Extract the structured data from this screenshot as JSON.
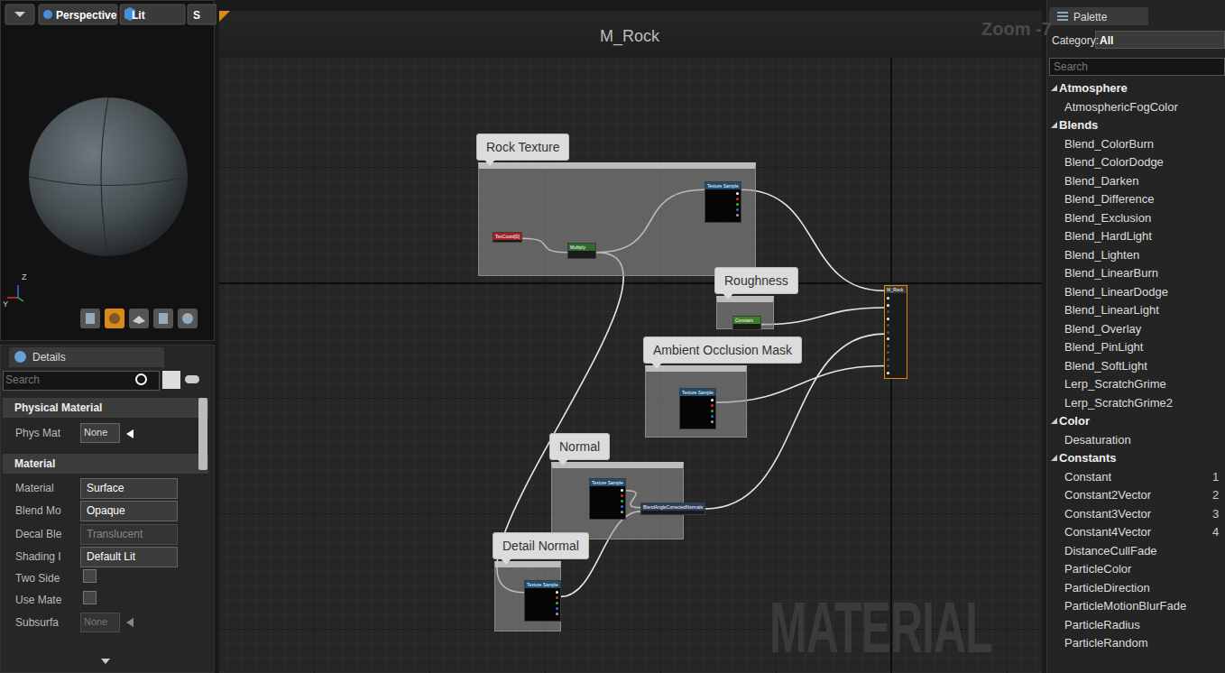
{
  "diagram": {
    "title": "M_Rock",
    "nodes": [
      {
        "text": [
          "Rock Texture"
        ]
      },
      {
        "text": [
          "TexCoord[0]"
        ],
        "in": 0
      },
      {
        "text": [
          "Multiply"
        ],
        "in": 0
      },
      {
        "text": [
          "Texture Sample"
        ],
        "in": 0
      },
      {
        "text": [
          "Roughness"
        ]
      },
      {
        "text": [
          "Constant"
        ],
        "in": 4
      },
      {
        "text": [
          "Ambient Occlusion Mask"
        ]
      },
      {
        "text": [
          "Texture Sample"
        ],
        "in": 6
      },
      {
        "text": [
          "Normal"
        ]
      },
      {
        "text": [
          "Texture Sample"
        ],
        "in": 8
      },
      {
        "text": [
          "BlendAngleCorrectedNormals"
        ],
        "in": 8
      },
      {
        "text": [
          "Detail Normal"
        ]
      },
      {
        "text": [
          "Texture Sample"
        ],
        "in": 11
      },
      {
        "text": [
          "M_Rock"
        ]
      }
    ],
    "edges": [
      {
        "from": 1,
        "to": 2,
        "arrow": "none"
      },
      {
        "from": 2,
        "to": 3,
        "arrow": "none"
      },
      {
        "from": 2,
        "to": 12,
        "arrow": "none"
      },
      {
        "from": 3,
        "to": 13,
        "arrow": "none"
      },
      {
        "from": 5,
        "to": 13,
        "arrow": "none"
      },
      {
        "from": 7,
        "to": 13,
        "arrow": "none"
      },
      {
        "from": 10,
        "to": 13,
        "arrow": "none"
      },
      {
        "from": 9,
        "to": 10,
        "arrow": "none"
      },
      {
        "from": 12,
        "to": 10,
        "arrow": "none"
      }
    ],
    "labels": [
      "Zoom -7",
      "MATERIAL",
      "Perspective",
      "Lit",
      "S",
      "Z",
      "Y",
      "Details",
      "Search",
      "Physical Material",
      "Phys Mat",
      "None",
      "Material",
      "Material",
      "Surface",
      "Blend Mo",
      "Opaque",
      "Decal Ble",
      "Translucent",
      "Shading I",
      "Default Lit",
      "Two Side",
      "Use Mate",
      "Subsurfa",
      "None",
      "Palette",
      "Category:",
      "All",
      "Search",
      "Atmosphere",
      "AtmosphericFogColor",
      "Blends",
      "Blend_ColorBurn",
      "Blend_ColorDodge",
      "Blend_Darken",
      "Blend_Difference",
      "Blend_Exclusion",
      "Blend_HardLight",
      "Blend_Lighten",
      "Blend_LinearBurn",
      "Blend_LinearDodge",
      "Blend_LinearLight",
      "Blend_Overlay",
      "Blend_PinLight",
      "Blend_SoftLight",
      "Lerp_ScratchGrime",
      "Lerp_ScratchGrime2",
      "Color",
      "Desaturation",
      "Constants",
      "Constant",
      "1",
      "Constant2Vector",
      "2",
      "Constant3Vector",
      "3",
      "Constant4Vector",
      "4",
      "DistanceCullFade",
      "ParticleColor",
      "ParticleDirection",
      "ParticleMotionBlurFade",
      "ParticleRadius",
      "ParticleRandom"
    ]
  }
}
